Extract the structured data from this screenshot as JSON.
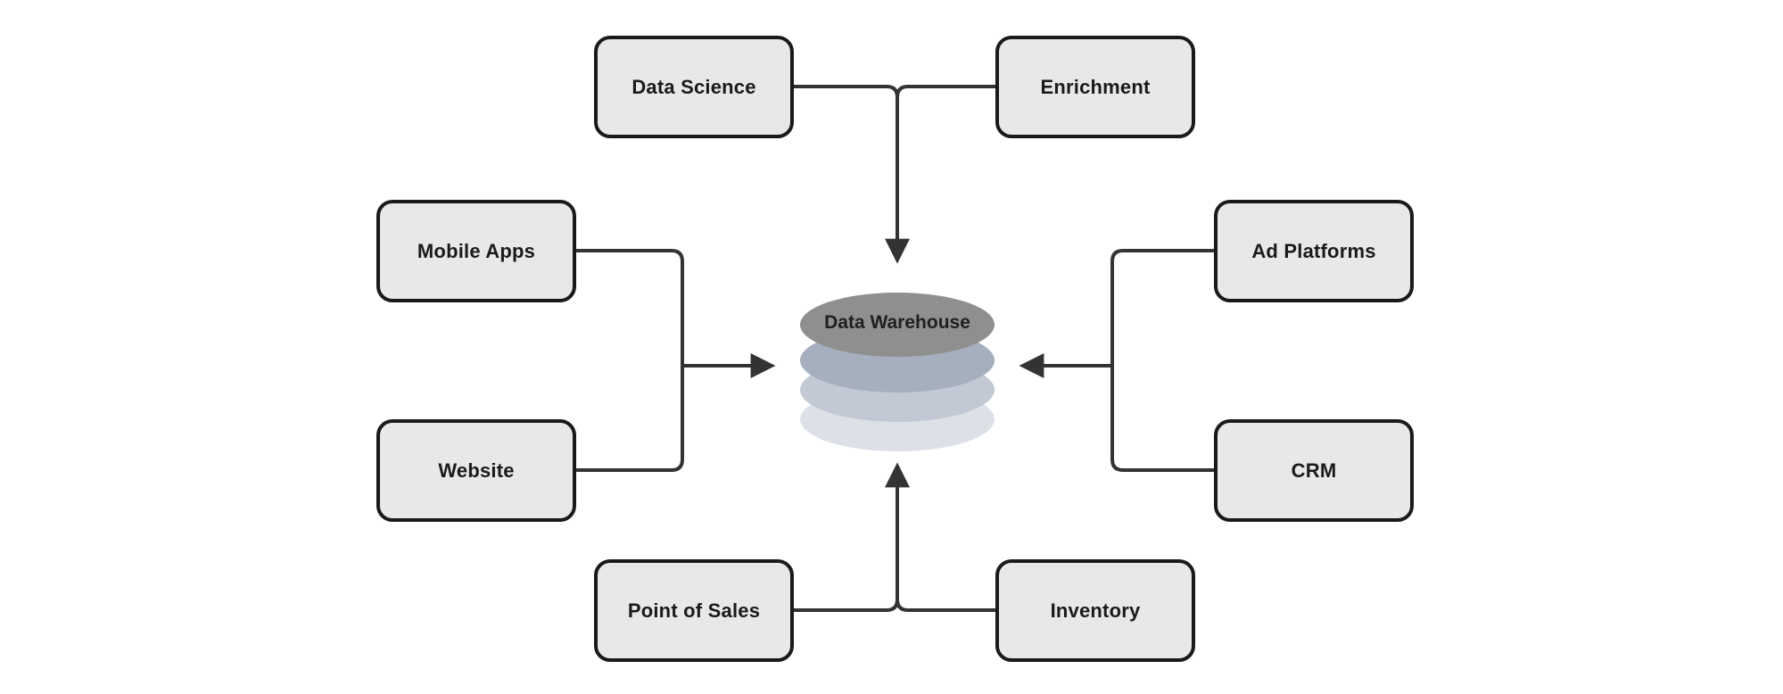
{
  "diagram": {
    "title": "Data Warehouse sources and consumers diagram",
    "background_color": "#ffffff",
    "line_color": "#333333",
    "arrow_color": "#333333",
    "box_style": {
      "fill": "#e8e8e8",
      "border": "#1a1a1a",
      "text": "#1a1a1a"
    },
    "center": {
      "label": "Data Warehouse",
      "shape": "database-cylinder",
      "cylinder_colors": [
        "#8f8f8f",
        "#a6afbe",
        "#c2c9d4",
        "#dde1e7"
      ]
    },
    "nodes": [
      {
        "id": "data-science",
        "label": "Data Science",
        "position": "top-left",
        "connection": "arrow into warehouse (down)"
      },
      {
        "id": "enrichment",
        "label": "Enrichment",
        "position": "top-right",
        "connection": "arrow into warehouse (down)"
      },
      {
        "id": "mobile-apps",
        "label": "Mobile Apps",
        "position": "left-upper",
        "connection": "arrow into warehouse (right)"
      },
      {
        "id": "website",
        "label": "Website",
        "position": "left-lower",
        "connection": "arrow into warehouse (right)"
      },
      {
        "id": "ad-platforms",
        "label": "Ad Platforms",
        "position": "right-upper",
        "connection": "arrow into warehouse (left)"
      },
      {
        "id": "crm",
        "label": "CRM",
        "position": "right-lower",
        "connection": "arrow into warehouse (left)"
      },
      {
        "id": "point-of-sales",
        "label": "Point of Sales",
        "position": "bottom-left",
        "connection": "arrow into warehouse (up)"
      },
      {
        "id": "inventory",
        "label": "Inventory",
        "position": "bottom-right",
        "connection": "arrow into warehouse (up)"
      }
    ]
  }
}
